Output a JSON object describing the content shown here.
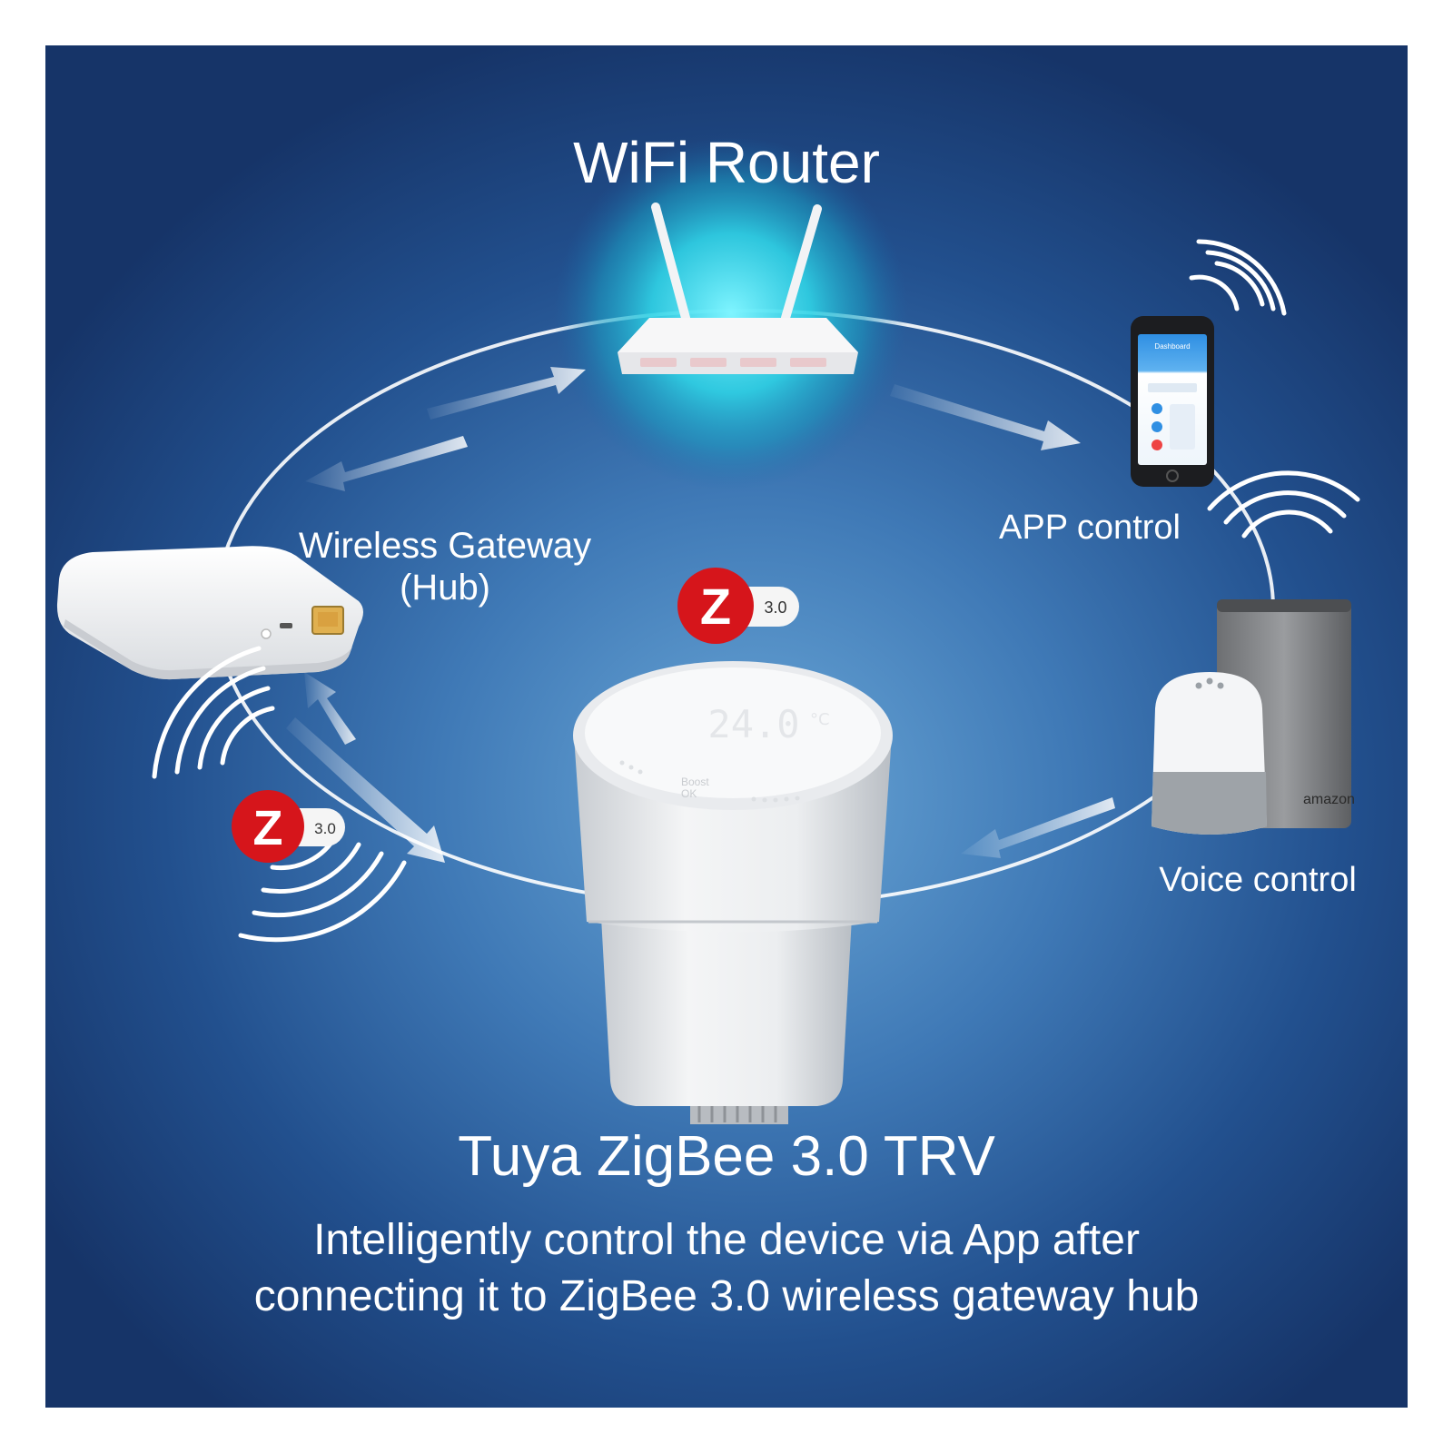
{
  "router": {
    "title": "WiFi Router"
  },
  "gateway": {
    "label_line1": "Wireless Gateway",
    "label_line2": "(Hub)"
  },
  "app": {
    "label": "APP control",
    "phone_screen_header": "Dashboard"
  },
  "voice": {
    "label": "Voice control",
    "speaker_brand": "amazon"
  },
  "zigbee_badges": [
    {
      "version": "3.0",
      "letter": "Z"
    },
    {
      "version": "3.0",
      "letter": "Z"
    }
  ],
  "trv_display": {
    "reading": "24.0",
    "unit": "°C",
    "button_label_1": "Boost",
    "button_label_2": "OK"
  },
  "product": {
    "title": "Tuya ZigBee 3.0 TRV",
    "description_line1": "Intelligently control the device via App after",
    "description_line2": "connecting it to ZigBee 3.0 wireless gateway hub"
  },
  "colors": {
    "background_dark": "#163468",
    "background_light": "#6aa7d7",
    "glow": "#3ee0f0",
    "zigbee_red": "#d6151b",
    "text": "#ffffff"
  }
}
